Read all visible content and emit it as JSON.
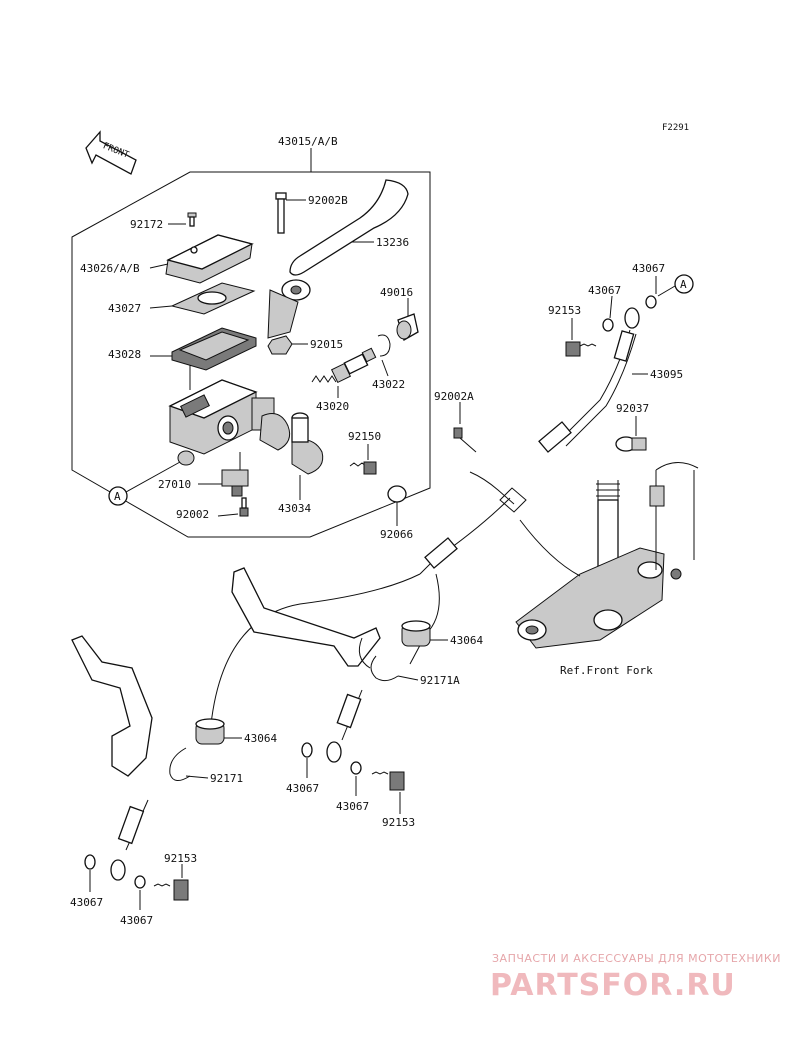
{
  "diagram": {
    "figure_code": "F2291",
    "front_arrow": "FRONT",
    "ref_label": "Ref.Front Fork",
    "callouts": [
      "A",
      "A"
    ],
    "parts": [
      {
        "id": "p43015",
        "number": "43015/A/B"
      },
      {
        "id": "p92002B",
        "number": "92002B"
      },
      {
        "id": "p92172",
        "number": "92172"
      },
      {
        "id": "p13236",
        "number": "13236"
      },
      {
        "id": "p43026",
        "number": "43026/A/B"
      },
      {
        "id": "p49016",
        "number": "49016"
      },
      {
        "id": "p43027",
        "number": "43027"
      },
      {
        "id": "p92015",
        "number": "92015"
      },
      {
        "id": "p43028",
        "number": "43028"
      },
      {
        "id": "p43022",
        "number": "43022"
      },
      {
        "id": "p43020",
        "number": "43020"
      },
      {
        "id": "p92150",
        "number": "92150"
      },
      {
        "id": "p27010",
        "number": "27010"
      },
      {
        "id": "p43034",
        "number": "43034"
      },
      {
        "id": "p92002",
        "number": "92002"
      },
      {
        "id": "p92066",
        "number": "92066"
      },
      {
        "id": "p43067a",
        "number": "43067"
      },
      {
        "id": "p43067b",
        "number": "43067"
      },
      {
        "id": "p92153a",
        "number": "92153"
      },
      {
        "id": "p43095",
        "number": "43095"
      },
      {
        "id": "p92002A",
        "number": "92002A"
      },
      {
        "id": "p92037",
        "number": "92037"
      },
      {
        "id": "p43064a",
        "number": "43064"
      },
      {
        "id": "p92171A",
        "number": "92171A"
      },
      {
        "id": "p43064b",
        "number": "43064"
      },
      {
        "id": "p92171",
        "number": "92171"
      },
      {
        "id": "p43067c",
        "number": "43067"
      },
      {
        "id": "p43067d",
        "number": "43067"
      },
      {
        "id": "p92153b",
        "number": "92153"
      },
      {
        "id": "p92153c",
        "number": "92153"
      },
      {
        "id": "p43067e",
        "number": "43067"
      },
      {
        "id": "p43067f",
        "number": "43067"
      }
    ]
  },
  "watermark": {
    "caption": "ЗАПЧАСТИ И АКСЕССУАРЫ ДЛЯ МОТОТЕХНИКИ",
    "brand": "PARTSFOR.RU"
  }
}
